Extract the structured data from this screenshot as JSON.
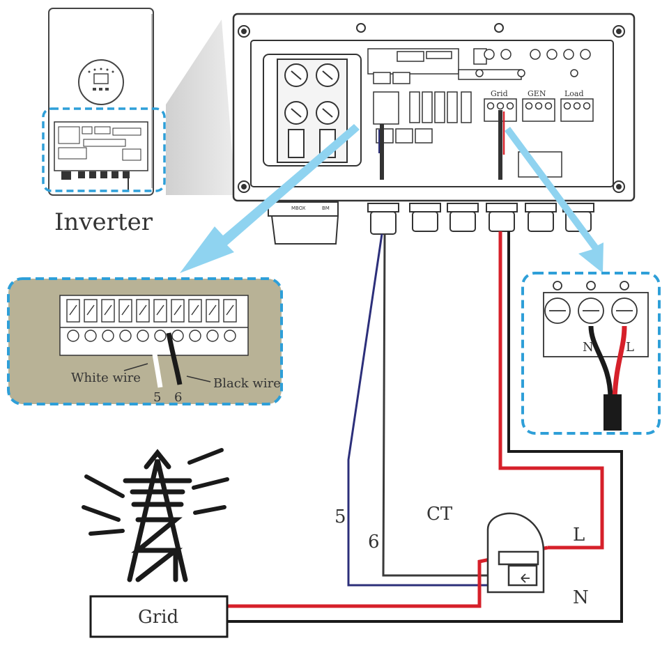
{
  "labels": {
    "inverter": "Inverter",
    "white_wire": "White wire",
    "black_wire": "Black wire",
    "pin_5": "5",
    "pin_6": "6",
    "terminal_grid": "Grid",
    "terminal_gen": "GEN",
    "terminal_load": "Load",
    "neutral_short": "N",
    "live_short": "L",
    "wire_5": "5",
    "wire_6": "6",
    "ct": "CT",
    "line_l": "L",
    "line_n": "N",
    "grid_box": "Grid",
    "port_tag_1": "MBOX",
    "port_tag_2": "BM"
  },
  "colors": {
    "live_wire": "#d6202a",
    "neutral_wire": "#1a1a1a",
    "ct_wire_5": "#2c2f7a",
    "ct_wire_6": "#3a3a3a",
    "callout_border": "#2e9fd8",
    "callout_arrow": "#8fd3f0",
    "zoom_fill": "#b8b296"
  }
}
